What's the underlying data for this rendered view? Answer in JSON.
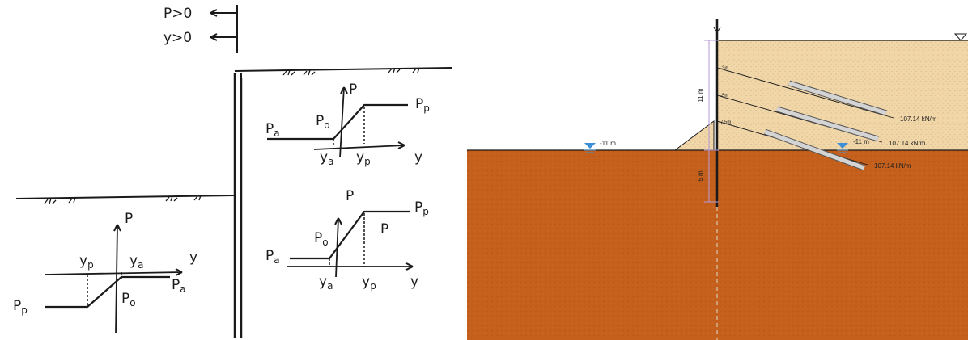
{
  "left_panel": {
    "sign_convention": {
      "p_positive": "P>0",
      "y_positive": "y>0"
    },
    "upper_curve": {
      "axis_p": "P",
      "axis_y": "y",
      "label_pa": "P",
      "label_pa_sub": "a",
      "label_po": "P",
      "label_po_sub": "o",
      "label_pp": "P",
      "label_pp_sub": "p",
      "tick_ya": "y",
      "tick_ya_sub": "a",
      "tick_yp": "y",
      "tick_yp_sub": "p"
    },
    "middle_curve": {
      "axis_p": "P",
      "axis_y": "y",
      "label_p_inside": "P",
      "label_pa": "P",
      "label_pa_sub": "a",
      "label_po": "P",
      "label_po_sub": "o",
      "label_pp": "P",
      "label_pp_sub": "p",
      "tick_ya": "y",
      "tick_ya_sub": "a",
      "tick_yp": "y",
      "tick_yp_sub": "p"
    },
    "lower_curve": {
      "axis_p": "P",
      "axis_y": "y",
      "label_pp": "P",
      "label_pp_sub": "p",
      "label_pa": "P",
      "label_pa_sub": "a",
      "label_po": "P",
      "label_po_sub": "o",
      "tick_yp": "y",
      "tick_yp_sub": "p",
      "tick_ya": "y",
      "tick_ya_sub": "a"
    }
  },
  "right_panel": {
    "dimension_top": "11 m",
    "dimension_bottom": "5 m",
    "water_level_left": "-11 m",
    "water_level_right": "-11 m",
    "anchors": [
      {
        "depth_label": "-3m",
        "force": "107.14 kN/m"
      },
      {
        "depth_label": "-5m",
        "force": "107.14 kN/m"
      },
      {
        "depth_label": "-7.5m",
        "force": "107.14 kN/m"
      }
    ],
    "colors": {
      "sand": "#f1d6a8",
      "clay": "#c8601a",
      "water_marker": "#3a8fd6",
      "dimension_line": "#b59bd9"
    }
  }
}
